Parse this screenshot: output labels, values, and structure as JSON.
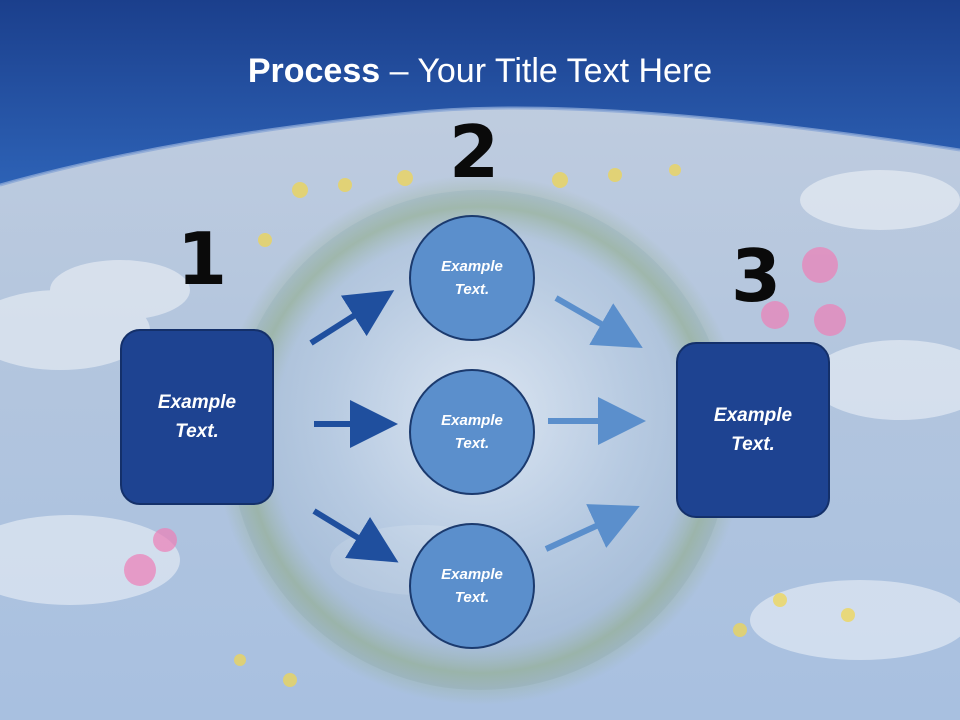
{
  "title": {
    "bold": "Process",
    "rest": " – Your Title Text Here"
  },
  "steps": {
    "n1": "1",
    "n2": "2",
    "n3": "3"
  },
  "left_box": {
    "text": "Example\nText."
  },
  "circles": [
    {
      "text": "Example\nText."
    },
    {
      "text": "Example\nText."
    },
    {
      "text": "Example\nText."
    }
  ],
  "right_box": {
    "text": "Example\nText."
  },
  "colors": {
    "header_blue": "#1f4f9e",
    "box_fill": "#1e4391",
    "circle_fill": "#5b8fcc",
    "arrow_dark": "#1f4f9e",
    "arrow_light": "#5b8fcc"
  }
}
